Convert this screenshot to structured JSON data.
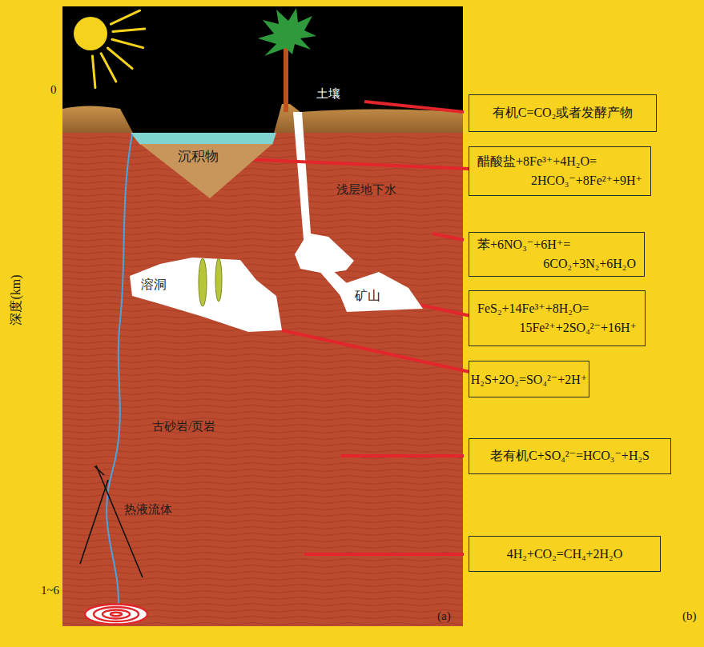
{
  "diagram": {
    "nodes": [
      {
        "text": [
          "有机C=CO₂或者发酵产物"
        ]
      },
      {
        "text": [
          "沉积物"
        ]
      },
      {
        "text": [
          "醋酸盐+8Fe³⁺+4H₂O= 2HCO₃⁻+8Fe²⁺+9H⁺"
        ]
      },
      {
        "text": [
          "苯+6NO₃⁻+6H⁺= 6CO₂+3N₂+6H₂O"
        ]
      },
      {
        "text": [
          "溶洞"
        ]
      },
      {
        "text": [
          "矿山"
        ]
      },
      {
        "text": [
          "FeS₂+14Fe³⁺+8H₂O= 15Fe²⁺+2SO₄²⁻+16H⁺"
        ]
      },
      {
        "text": [
          "H₂S+2O₂=SO₄²⁻+2H⁺"
        ]
      },
      {
        "text": [
          "老有机C+SO₄²⁻=HCO₃⁻+H₂S"
        ]
      },
      {
        "text": [
          "4H₂+CO₂=CH₄+2H₂O"
        ]
      }
    ],
    "edges": [
      {
        "from": 1,
        "to": 2,
        "arrow": "none"
      },
      {
        "from": 5,
        "to": 6,
        "arrow": "none"
      },
      {
        "from": 4,
        "to": 7,
        "arrow": "none"
      }
    ],
    "labels": [
      "0",
      "深度(km)",
      "1~6",
      "土壤",
      "浅层地下水",
      "古砂岩/页岩",
      "热液流体",
      "(a)",
      "(b)"
    ]
  }
}
